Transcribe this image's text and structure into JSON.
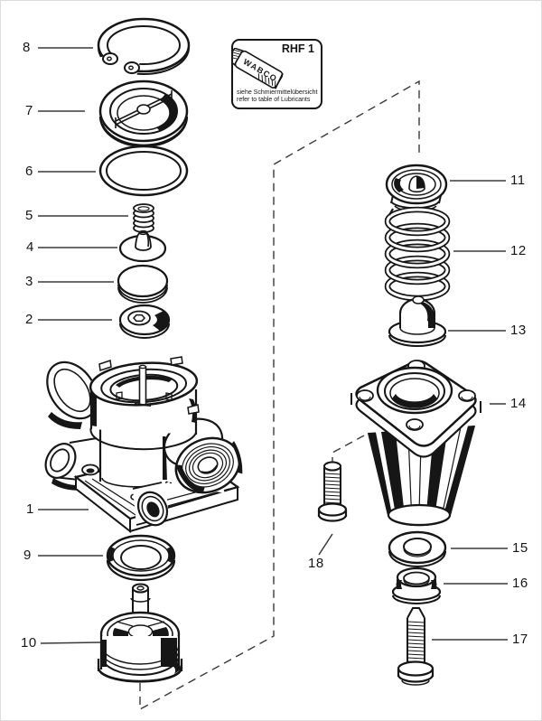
{
  "page": {
    "kind": "exploded-parts-diagram",
    "ink_color": "#161616",
    "line_color": "#3a3a3a",
    "background": "#ffffff"
  },
  "lubricant_box": {
    "code": "RHF 1",
    "tube_brand": "WABCO",
    "note_line1": "siehe Schmiermittelübersicht",
    "note_line2": "refer to table of Lubricants"
  },
  "callouts": [
    "1",
    "2",
    "3",
    "4",
    "5",
    "6",
    "7",
    "8",
    "9",
    "10",
    "11",
    "12",
    "13",
    "14",
    "15",
    "16",
    "17",
    "18"
  ]
}
